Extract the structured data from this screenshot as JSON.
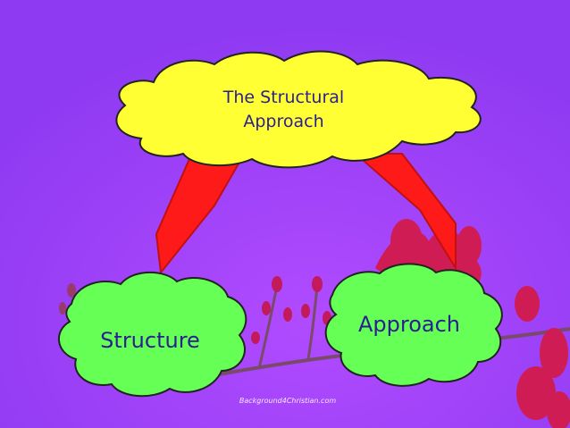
{
  "diagram": {
    "top_node": {
      "line1": "The Structural",
      "line2": "Approach"
    },
    "left_node": {
      "label": "Structure"
    },
    "right_node": {
      "label": "Approach"
    }
  },
  "watermark": "Background4Christian.com",
  "colors": {
    "background": "#9b3df6",
    "top_cloud": "#ffff33",
    "child_cloud": "#66ff55",
    "connector": "#ff1a1a",
    "text": "#2a1f8f",
    "flowers": "#c21a5a"
  },
  "icons": [
    "cloud-shape",
    "flower-branch"
  ]
}
